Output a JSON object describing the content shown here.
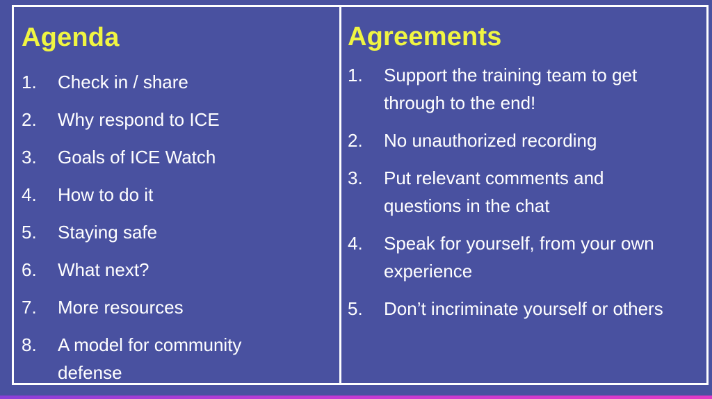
{
  "agenda": {
    "title": "Agenda",
    "items": [
      {
        "num": "1.",
        "lines": [
          "Check in / share"
        ]
      },
      {
        "num": "2.",
        "lines": [
          "Why respond to ICE"
        ]
      },
      {
        "num": "3.",
        "lines": [
          "Goals of ICE Watch"
        ]
      },
      {
        "num": "4.",
        "lines": [
          "How to do it"
        ]
      },
      {
        "num": "5.",
        "lines": [
          "Staying safe"
        ]
      },
      {
        "num": "6.",
        "lines": [
          "What next?"
        ]
      },
      {
        "num": "7.",
        "lines": [
          "More resources"
        ]
      },
      {
        "num": "8.",
        "lines": [
          "A model for community",
          "defense"
        ]
      }
    ]
  },
  "agreements": {
    "title": "Agreements",
    "items": [
      {
        "num": "1.",
        "lines": [
          "Support the training team to get",
          "through to the end!"
        ]
      },
      {
        "num": "2.",
        "lines": [
          "No unauthorized recording"
        ]
      },
      {
        "num": "3.",
        "lines": [
          "Put relevant comments and",
          "questions in the chat"
        ]
      },
      {
        "num": "4.",
        "lines": [
          "Speak for yourself, from your own",
          "experience"
        ]
      },
      {
        "num": "5.",
        "lines": [
          "Don’t incriminate yourself or others"
        ]
      }
    ]
  },
  "colors": {
    "background": "#4951a0",
    "heading": "#f0f542",
    "text": "#ffffff",
    "border": "#ffffff"
  }
}
